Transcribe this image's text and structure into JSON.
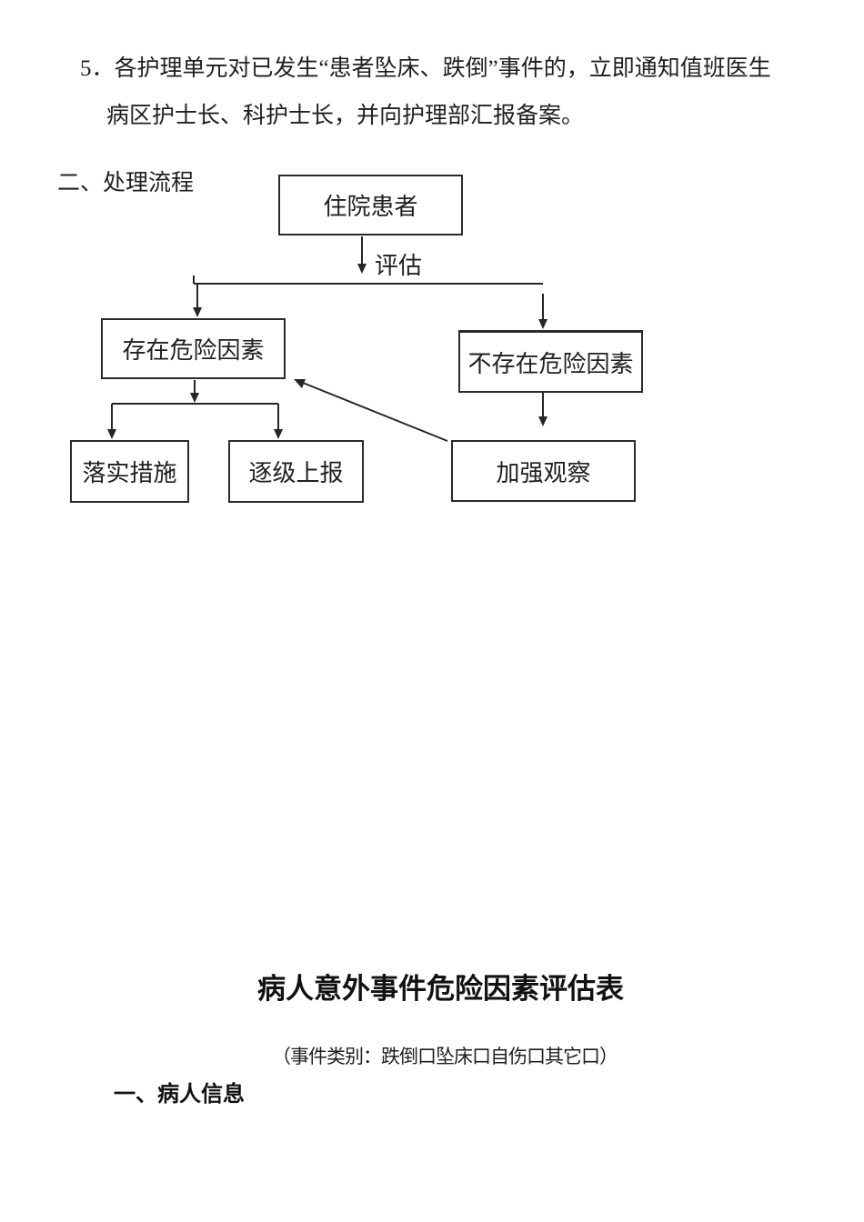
{
  "page": {
    "background_color": "#ffffff",
    "ink_color": "#1f1f1f"
  },
  "doc": {
    "item5": {
      "line1": "5．各护理单元对已发生“患者坠床、跌倒”事件的，立即通知值班医生",
      "line2": "病区护士长、科护士长，并向护理部汇报备案。"
    },
    "section2_heading": "二、处理流程"
  },
  "flowchart": {
    "edge_label": "评估",
    "nodes": {
      "inpatient": "住院患者",
      "risk": "存在危险因素",
      "no_risk": "不存在危险因素",
      "implement": "落实措施",
      "report": "逐级上报",
      "observe": "加强观察"
    }
  },
  "form": {
    "title": "病人意外事件危险因素评估表",
    "subtitle": "（事件类别：跌倒口坠床口自伤口其它口）",
    "section1_heading": "一、病人信息"
  }
}
